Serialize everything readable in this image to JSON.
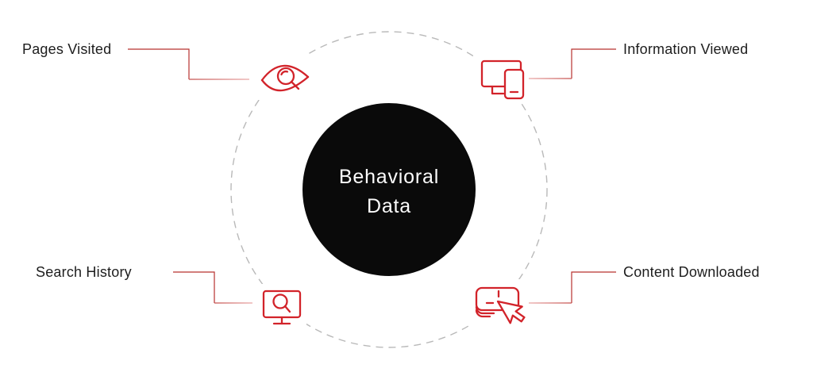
{
  "diagram": {
    "center": {
      "text": "Behavioral Data",
      "line1": "Behavioral",
      "line2": "Data"
    },
    "nodes": [
      {
        "id": "pages-visited",
        "label": "Pages Visited",
        "icon": "eye-magnifier-icon",
        "position": "top-left"
      },
      {
        "id": "information-viewed",
        "label": "Information Viewed",
        "icon": "monitor-phone-icon",
        "position": "top-right"
      },
      {
        "id": "search-history",
        "label": "Search History",
        "icon": "monitor-search-icon",
        "position": "bottom-left"
      },
      {
        "id": "content-downloaded",
        "label": "Content Downloaded",
        "icon": "card-cursor-click-icon",
        "position": "bottom-right"
      }
    ],
    "colors": {
      "icon_red": "#d2232a",
      "connector_red": "#b7312f",
      "connector_fade": "#e9a6a5",
      "dashed_circle_gray": "#b9b9b9",
      "center_circle_fill": "#0a0a0a",
      "center_text": "#fbfbfb",
      "label_text": "#1d1d1d",
      "background": "#ffffff"
    }
  }
}
